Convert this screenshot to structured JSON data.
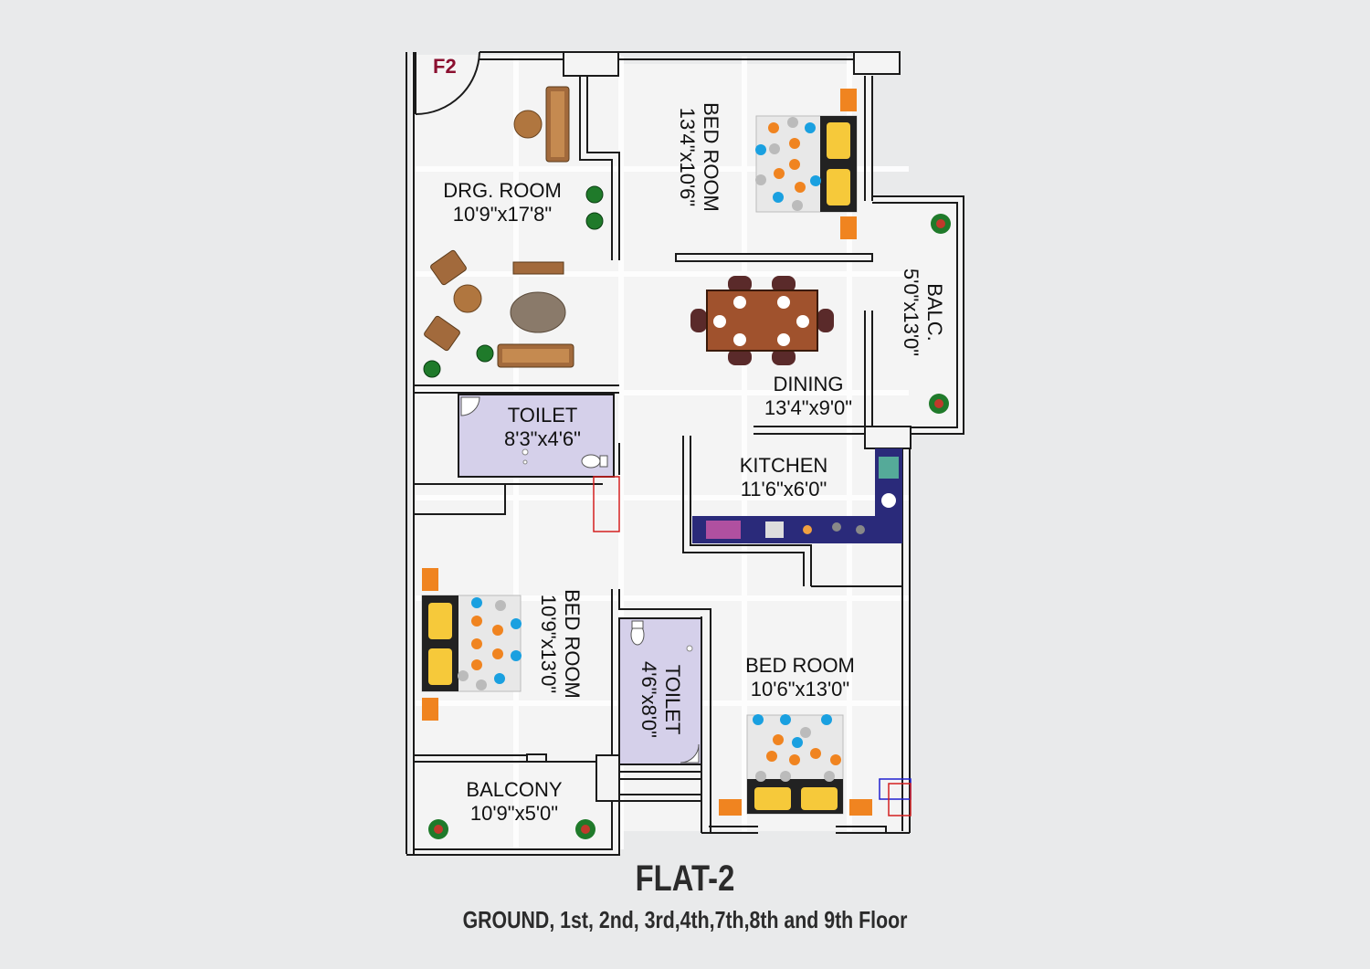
{
  "flat_tag": "F2",
  "title": "FLAT-2",
  "subtitle": "GROUND, 1st, 2nd, 3rd,4th,7th,8th and 9th Floor",
  "rooms": {
    "drawing": {
      "name": "DRG. ROOM",
      "size": "10'9\"x17'8\""
    },
    "bed1": {
      "name": "BED ROOM",
      "size": "13'4\"x10'6\""
    },
    "balc": {
      "name": "BALC.",
      "size": "5'0\"x13'0\""
    },
    "dining": {
      "name": "DINING",
      "size": "13'4\"x9'0\""
    },
    "toilet1": {
      "name": "TOILET",
      "size": "8'3\"x4'6\""
    },
    "kitchen": {
      "name": "KITCHEN",
      "size": "11'6\"x6'0\""
    },
    "bed2": {
      "name": "BED ROOM",
      "size": "10'9\"x13'0\""
    },
    "toilet2": {
      "name": "TOILET",
      "size": "4'6\"x8'0\""
    },
    "bed3": {
      "name": "BED ROOM",
      "size": "10'6\"x13'0\""
    },
    "balcony": {
      "name": "BALCONY",
      "size": "10'9\"x5'0\""
    }
  },
  "colors": {
    "background": "#e9eaeb",
    "floor": "#f4f4f4",
    "wall": "#1a1a1a",
    "toilet_fill": "#d5d0ea",
    "kitchen_counter": "#2a2a7a",
    "furniture_brown": "#a26a3c",
    "table_top": "#a0522d",
    "bed_orange": "#f08420",
    "bed_blue": "#1aa0e0",
    "pillow_yellow": "#f6c93a",
    "plant_green": "#1f7a2a",
    "plant_red": "#c0392b",
    "flat_tag": "#8b1030",
    "duct_red": "#d32020",
    "duct_blue": "#2020d0"
  }
}
